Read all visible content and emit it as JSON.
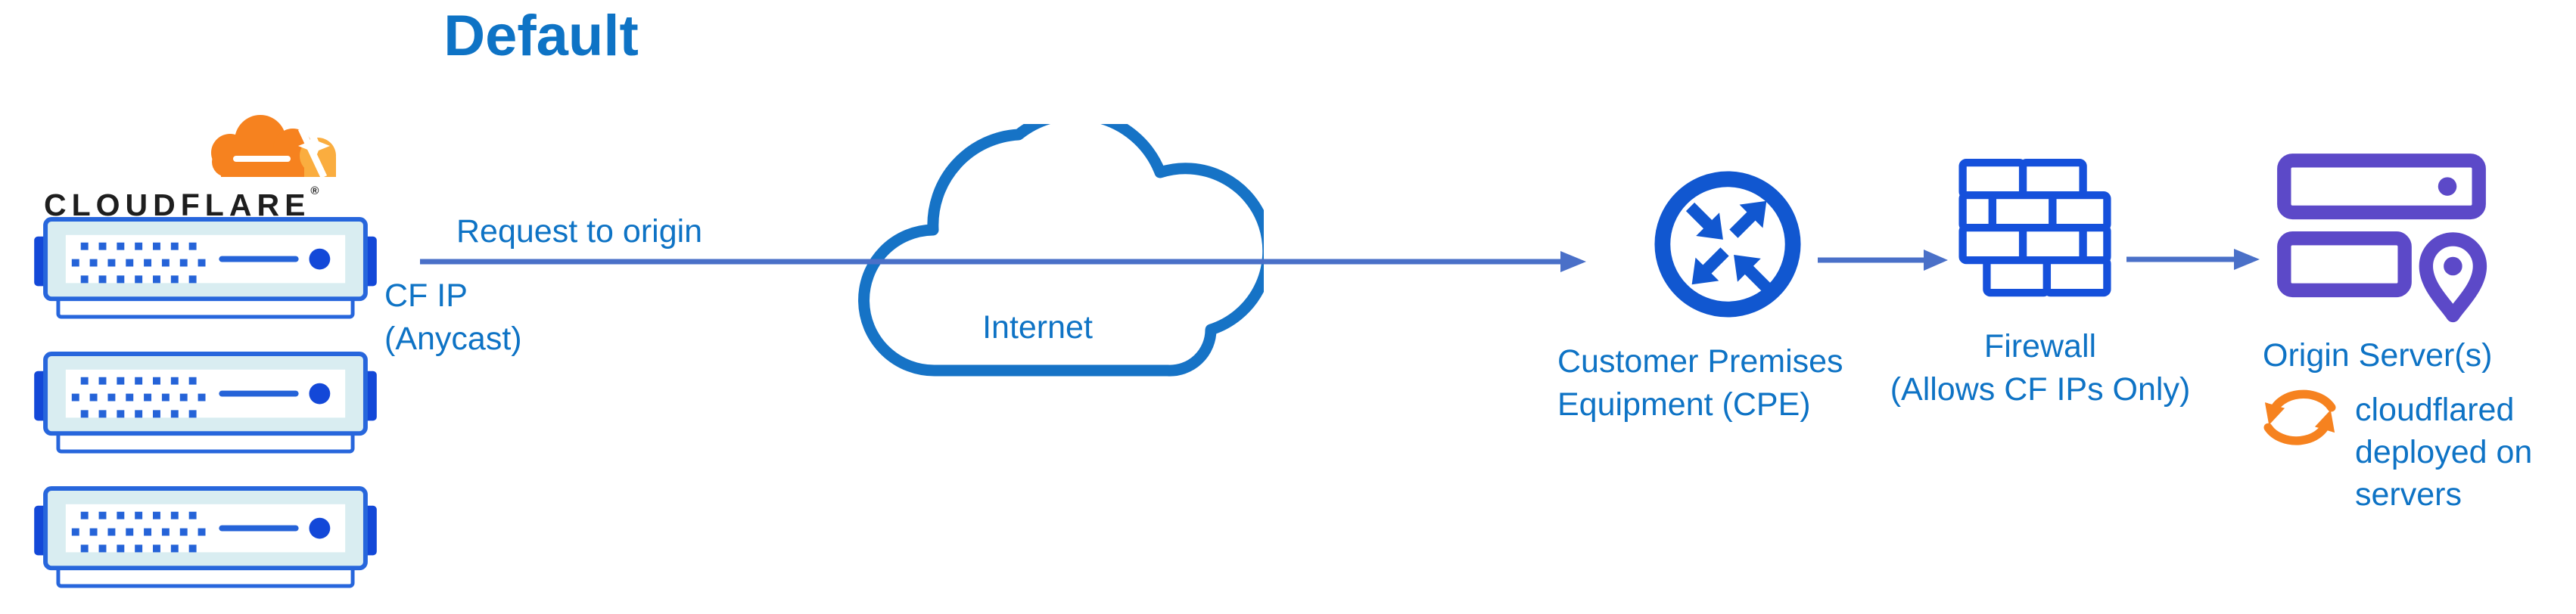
{
  "labels": {
    "title": "Default",
    "wordmark": "CLOUDFLARE",
    "registered": "®",
    "request": "Request to origin",
    "cf_ip_line1": "CF IP",
    "cf_ip_line2": "(Anycast)",
    "internet": "Internet",
    "cpe_line1": "Customer Premises",
    "cpe_line2": "Equipment (CPE)",
    "firewall_line1": "Firewall",
    "firewall_line2": "(Allows CF IPs Only)",
    "origin": "Origin Server(s)",
    "cloudflared_line1": "cloudflared",
    "cloudflared_line2": "deployed on",
    "cloudflared_line3": "servers"
  },
  "icons": {
    "cloudflare_logo": "cloudflare-logo-icon",
    "edge_server": "server-rack-icon",
    "internet_cloud": "cloud-icon",
    "cpe": "router-arrows-icon",
    "firewall": "brick-wall-icon",
    "origin_servers": "server-location-pin-icon",
    "cloudflared": "sync-arrows-icon",
    "flow_arrow": "right-arrow-icon"
  },
  "colors": {
    "title_text": "#0E73C5",
    "label_text": "#0E73C5",
    "arrow": "#4A70C8",
    "internet_cloud_stroke": "#1673C6",
    "cpe_blue": "#1157D0",
    "firewall_blue": "#1550DB",
    "server_border": "#2766DC",
    "server_tab": "#1348D8",
    "server_fill": "#D9EDF1",
    "origin_purple": "#5C49C8",
    "cloudflare_orange": "#F6821F",
    "cloudflare_orange_light": "#FAAD3F",
    "wordmark_text": "#1E1E1E"
  }
}
